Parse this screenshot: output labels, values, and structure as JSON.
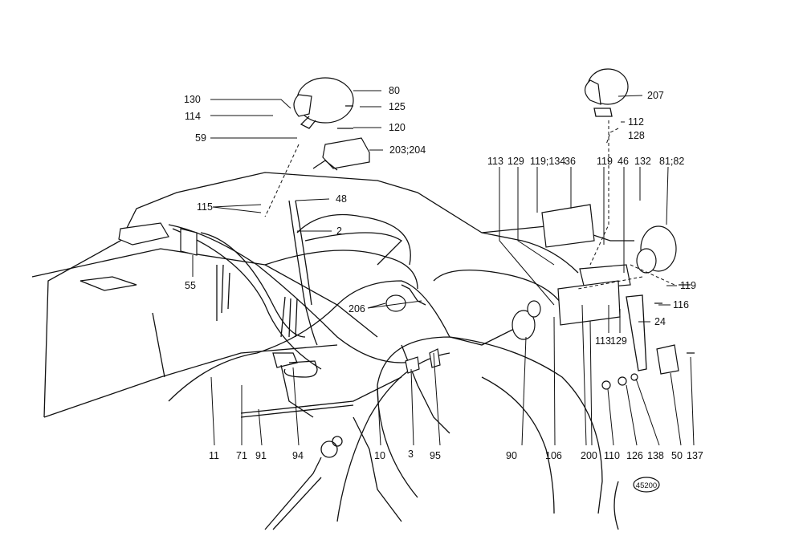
{
  "drawing_number": "45200",
  "labels": [
    "130",
    "114",
    "59",
    "80",
    "125",
    "120",
    "203;204",
    "115",
    "48",
    "2",
    "55",
    "206",
    "207",
    "112",
    "128",
    "113",
    "129",
    "119;134",
    "36",
    "119",
    "46",
    "132",
    "81;82",
    "119",
    "116",
    "24",
    "113",
    "129",
    "11",
    "71",
    "91",
    "94",
    "10",
    "3",
    "95",
    "90",
    "106",
    "200",
    "110",
    "126",
    "138",
    "50",
    "137"
  ]
}
